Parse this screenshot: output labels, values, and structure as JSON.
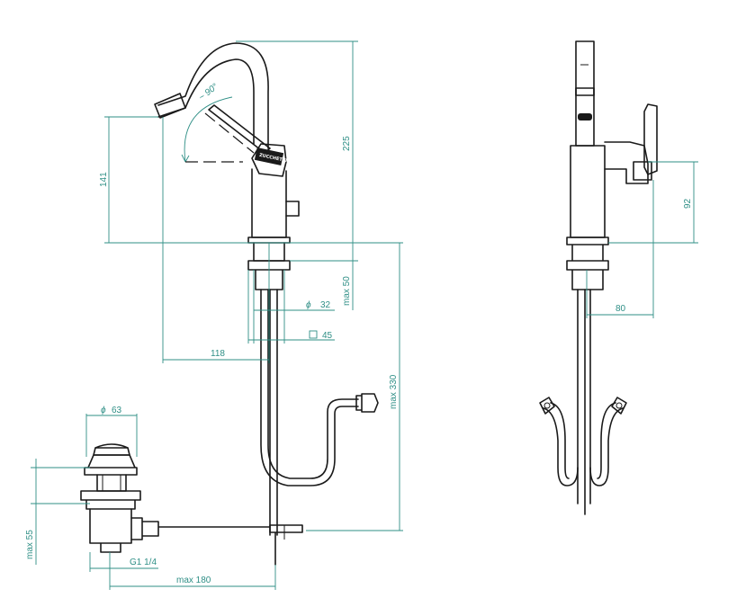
{
  "colors": {
    "drawing": "#1a1a1a",
    "dimension": "#2f8f86",
    "background": "#ffffff"
  },
  "dimensions": {
    "rotation": "~ 90°",
    "height_total": "225",
    "height_spout": "141",
    "max_deck": "max 50",
    "diameter_body": "32",
    "square_body": "45",
    "reach": "118",
    "max_hose": "max 330",
    "waste_diameter": "63",
    "waste_thread": "G1 1/4",
    "waste_max_height": "max 55",
    "waste_max_length": "max 180",
    "side_height": "92",
    "side_depth": "80"
  },
  "symbols": {
    "diameter": "ϕ",
    "square": "□"
  },
  "logo": {
    "text": "ZUCCHETTI"
  }
}
